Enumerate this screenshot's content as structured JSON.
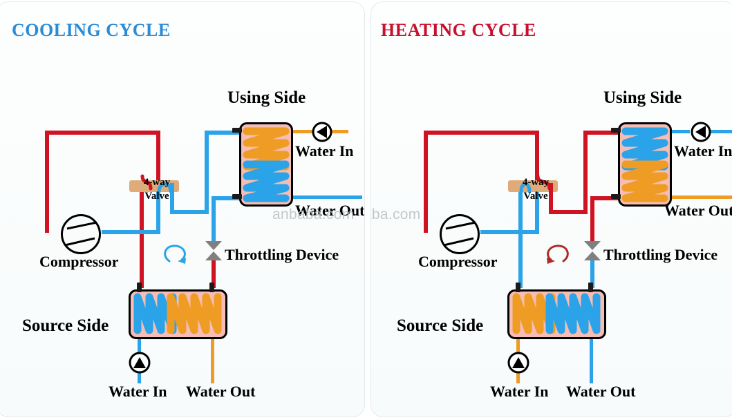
{
  "image": {
    "watermark": "anbaba.com",
    "watermark2": "alibaba.com"
  },
  "panels": [
    {
      "id": "cooling",
      "title": "COOLING CYCLE",
      "title_color": "#2a8bd6",
      "labels": {
        "using_side": "Using Side",
        "source_side": "Source Side",
        "compressor": "Compressor",
        "throttling_device": "Throttling Device",
        "four_way_valve_line1": "4-way",
        "four_way_valve_line2": "Valve",
        "using_water_in": "Water In",
        "using_water_out": "Water Out",
        "source_water_in": "Water In",
        "source_water_out": "Water Out"
      },
      "cycle_arrow_color": "#2aa3e8"
    },
    {
      "id": "heating",
      "title": "HEATING CYCLE",
      "title_color": "#c8102e",
      "labels": {
        "using_side": "Using Side",
        "source_side": "Source Side",
        "compressor": "Compressor",
        "throttling_device": "Throttling Device",
        "four_way_valve_line1": "4-way",
        "four_way_valve_line2": "Valve",
        "using_water_in": "Water In",
        "using_water_out": "Water Out",
        "source_water_in": "Water In",
        "source_water_out": "Water Out"
      },
      "cycle_arrow_color": "#b02a2a"
    }
  ],
  "colors": {
    "hot_refrigerant": "#cf1322",
    "cold_refrigerant": "#2aa3e8",
    "hot_water": "#ef9c24",
    "cold_water": "#2aa3e8",
    "exchanger_shell": "#f6bdb4",
    "valve_body": "#deab79",
    "throttle_body": "#808080"
  }
}
